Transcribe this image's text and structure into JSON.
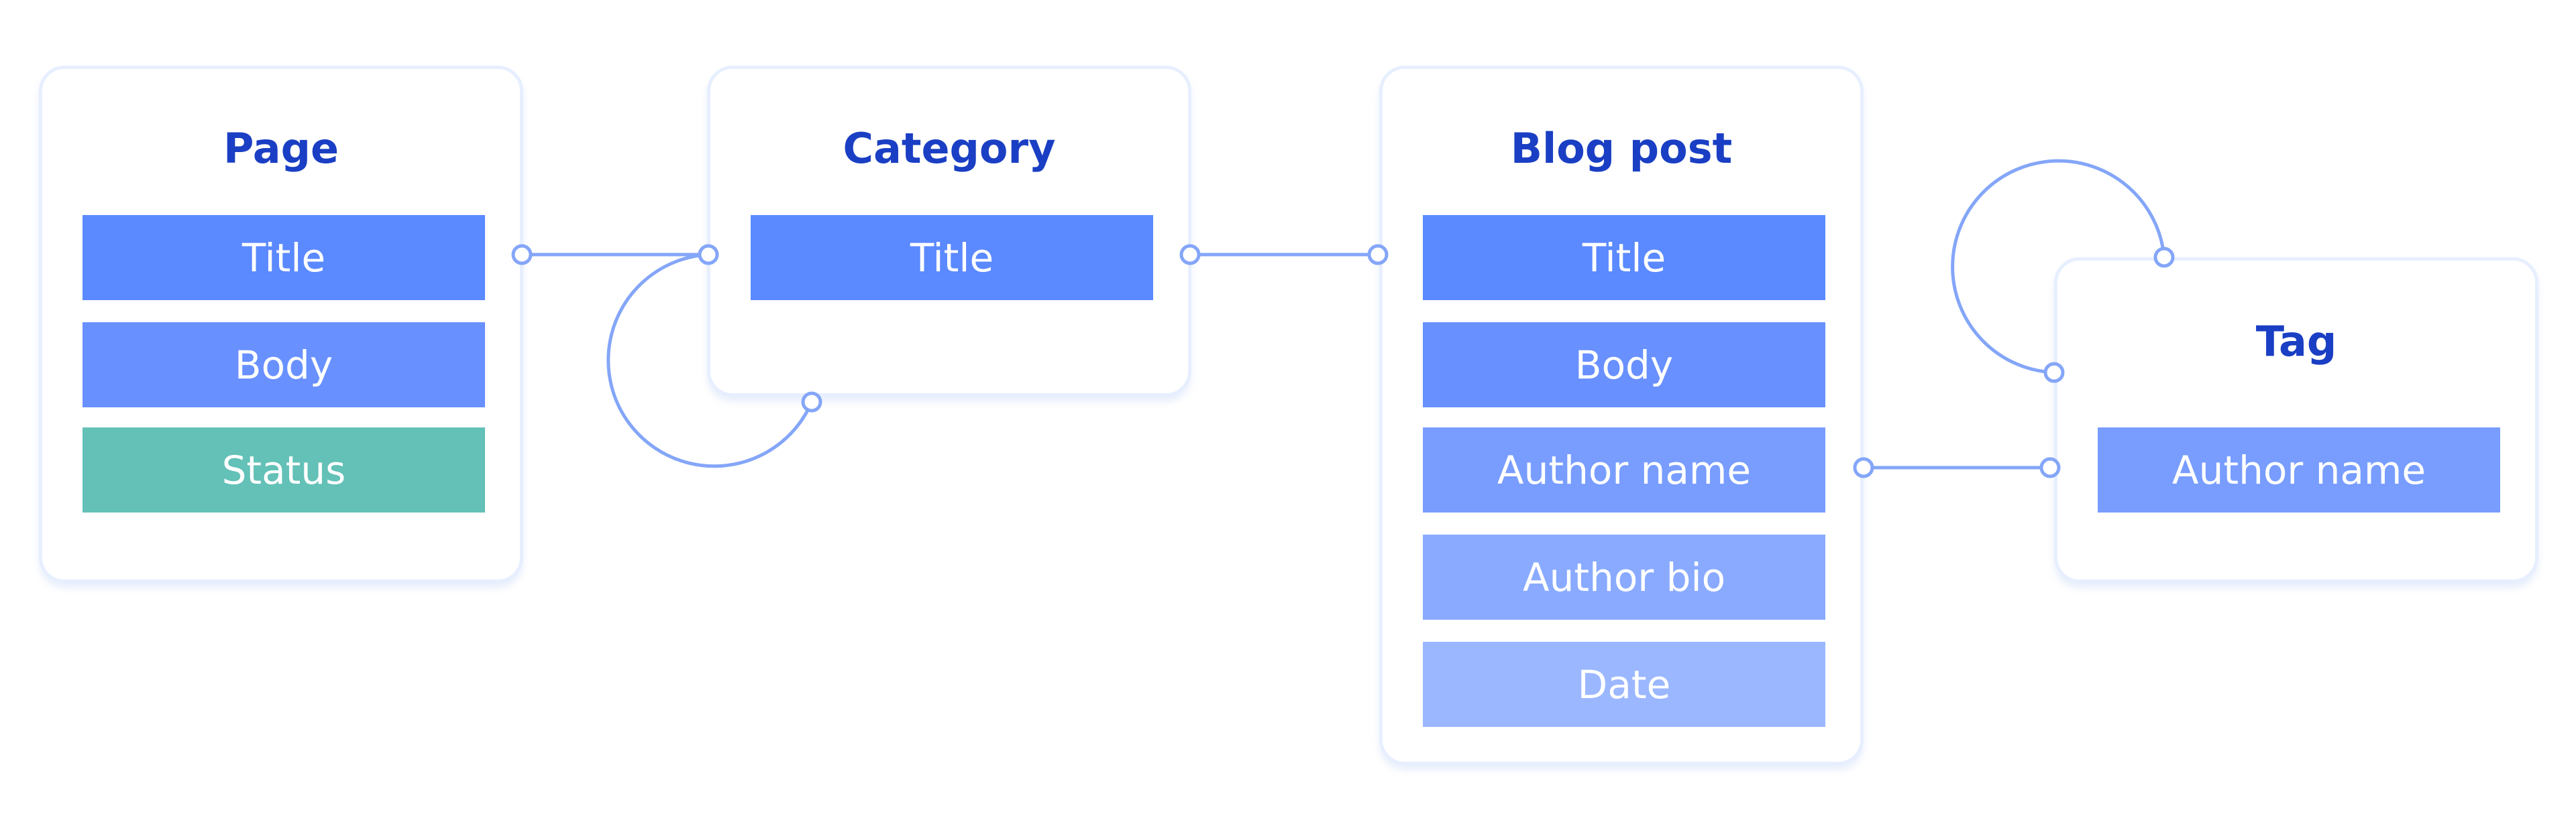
{
  "colors": {
    "title_text": "#1a3fc4",
    "card_border": "#e7efff",
    "connector": "#84a6f8",
    "status_green": "#63c1b7"
  },
  "entities": {
    "page": {
      "title": "Page",
      "fields": [
        {
          "label": "Title",
          "color": "#5b89ff"
        },
        {
          "label": "Body",
          "color": "#6890ff"
        },
        {
          "label": "Status",
          "color": "#63c1b7"
        }
      ]
    },
    "category": {
      "title": "Category",
      "fields": [
        {
          "label": "Title",
          "color": "#5b89ff"
        }
      ]
    },
    "blog_post": {
      "title": "Blog post",
      "fields": [
        {
          "label": "Title",
          "color": "#5b89ff"
        },
        {
          "label": "Body",
          "color": "#6890ff"
        },
        {
          "label": "Author name",
          "color": "#789dff"
        },
        {
          "label": "Author bio",
          "color": "#89aaff"
        },
        {
          "label": "Date",
          "color": "#9bb7ff"
        }
      ]
    },
    "tag": {
      "title": "Tag",
      "fields": [
        {
          "label": "Author name",
          "color": "#789dff"
        }
      ]
    }
  }
}
